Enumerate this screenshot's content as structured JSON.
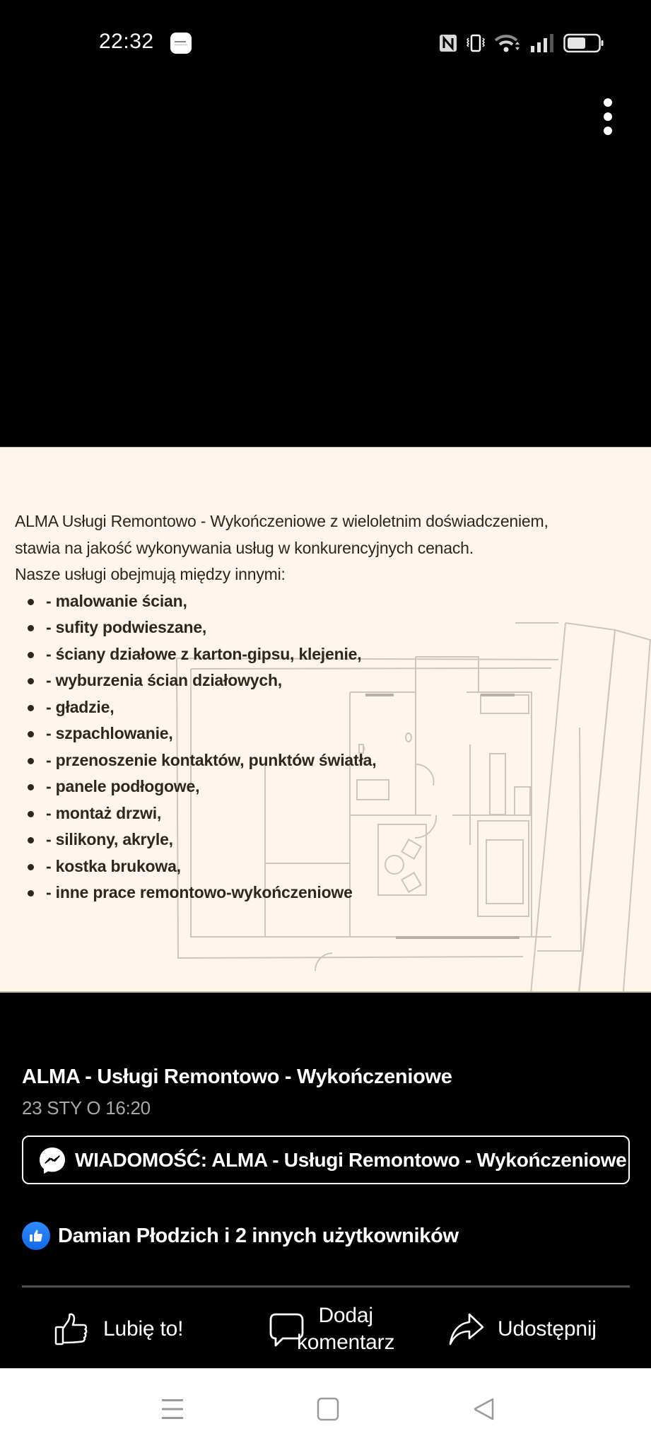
{
  "status_bar": {
    "time": "22:32",
    "icons": [
      "notification-app-icon",
      "nfc-icon",
      "vibrate-icon",
      "wifi-icon",
      "signal-icon",
      "battery-icon"
    ],
    "battery_level": 50
  },
  "viewer": {
    "more_menu": "more-vertical-icon"
  },
  "post_image": {
    "background": "#fef6ec",
    "intro_lines": [
      "ALMA Usługi Remontowo - Wykończeniowe z wieloletnim doświadczeniem,",
      "stawia na jakość wykonywania usług w konkurencyjnych cenach.",
      "Nasze usługi obejmują między innymi:"
    ],
    "services": [
      "- malowanie ścian,",
      "- sufity podwieszane,",
      "- ściany działowe z karton-gipsu, klejenie,",
      "- wyburzenia ścian działowych,",
      "- gładzie,",
      "- szpachlowanie,",
      "- przenoszenie  kontaktów, punktów światła,",
      "- panele podłogowe,",
      "- montaż drzwi,",
      "- silikony, akryle,",
      "- kostka brukowa,",
      "- inne prace remontowo-wykończeniowe"
    ]
  },
  "post": {
    "page_name": "ALMA - Usługi Remontowo - Wykończeniowe",
    "date": "23 STY O 16:20",
    "message_button": "WIADOMOŚĆ: ALMA - Usługi Remontowo - Wykończeniowe",
    "reactions_text": "Damian Płodzich i 2 innych użytkowników",
    "like_color": "#1877f2"
  },
  "actions": {
    "like": "Lubię to!",
    "comment_line1": "Dodaj",
    "comment_line2": "komentarz",
    "share": "Udostępnij"
  },
  "nav_bar": {
    "buttons": [
      "menu-icon",
      "home-icon",
      "back-icon"
    ]
  }
}
